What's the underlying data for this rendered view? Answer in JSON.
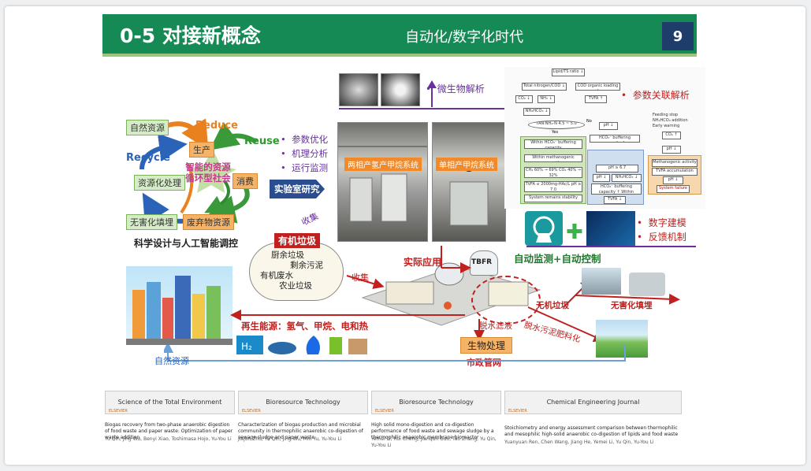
{
  "header": {
    "number_title": "0-5 对接新概念",
    "subtitle": "自动化/数字化时代",
    "page": "9"
  },
  "cycle": {
    "reduce": "Reduce",
    "reuse": "Reuse",
    "recycle": "Recycle",
    "natural_resource": "自然资源",
    "production": "生产",
    "consumption": "消费",
    "resource_processing": "资源化处理",
    "harmless_landfill": "无害化填埋",
    "waste_resource": "废弃物资源",
    "center": "智能的资源循环型社会",
    "caption": "科学设计与人工智能调控"
  },
  "left_bullets": [
    "参数优化",
    "机理分析",
    "运行监测"
  ],
  "lab": {
    "arrow_label": "实验室研究",
    "collect_label": "收集",
    "photo1_title": "两相产氢产甲烷系统",
    "photo2_title": "单相产甲烷系统"
  },
  "microbe_label": "微生物解析",
  "param_label": "参数关联解析",
  "ai_bullets": [
    "数字建模",
    "反馈机制"
  ],
  "waste": {
    "title": "有机垃圾",
    "items": [
      "厨余垃圾",
      "剩余污泥",
      "有机废水",
      "农业垃圾"
    ]
  },
  "plant": {
    "practical": "实际应用",
    "tbfr": "TBFR",
    "monitor": "自动监测+自动控制",
    "collect": "收集",
    "inorganic": "无机垃圾",
    "harmless": "无害化填埋",
    "renewable": "再生能源：氢气、甲烷、电和热",
    "dewater_liquid": "脱水滤液",
    "dewater_sludge": "脱水污泥肥料化",
    "bio_treatment": "生物处理",
    "sewer": "市政管网",
    "natural_resource": "自然资源"
  },
  "flow": {
    "top": "Lipid/TS ratio ↓",
    "row1": [
      "Total nitrogen/COD ↓",
      "COD organic loading ↑"
    ],
    "row2": [
      "CO₂ ↓",
      "NH₃ ↓",
      "TVFA ↑"
    ],
    "row3": "NH₄HCO₃ ↓",
    "diamond": "TAN:NH₄-N 4.5 ~ 5.0",
    "no": "No",
    "yes": "Yes",
    "left_box": [
      "Within HCO₃⁻ buffering capacity",
      "Within methanogenic capacity",
      "CH₄ 60% → 69%  CO₂ 40% → 32%",
      "TVFA ≤ 2000mg-HAc/L  pH ≥ 7.0",
      "System remains stability"
    ],
    "mid_box": [
      "pH ↓",
      "HCO₃⁻ buffering capacity ↑",
      "pH ≥ 6.7",
      "NH₄HCO₃ ↓",
      "HCO₃⁻ buffering capacity ↑  Within methanogenic capacity",
      "TVFA ↓"
    ],
    "right_box": [
      "Feeding stop",
      "NH₄HCO₃ addition",
      "Early warning",
      "CO₂ ↑",
      "pH ↓",
      "Methanogenic activity ↓",
      "TVFA accumulation",
      "pH ↓",
      "System failure"
    ]
  },
  "references": [
    {
      "journal": "Science of the Total Environment",
      "title": "Biogas recovery from two-phase anaerobic digestion of food waste and paper waste: Optimization of paper waste addition",
      "authors": "Yu Qin, Jing Wu, Benyi Xiao, Toshimasa Hojo, Yu-You Li"
    },
    {
      "journal": "Bioresource Technology",
      "title": "Characterization of biogas production and microbial community in thermophilic anaerobic co-digestion of sewage sludge and paper waste",
      "authors": "Jiajun Zhu, Yu Qin, Jing Wu, Min Yu, Yu-You Li"
    },
    {
      "journal": "Bioresource Technology",
      "title": "High solid mono-digestion and co-digestion performance of food waste and sewage sludge by a thermophilic anaerobic membrane bioreactor",
      "authors": "Yemei Li, Rui Cheng, Jianqun Guo, Tao Zhang, Yu Qin, Yu-You Li"
    },
    {
      "journal": "Chemical Engineering Journal",
      "title": "Stoichiometry and energy assessment comparison between thermophilic and mesophilic high-solid anaerobic co-digestion of lipids and food waste",
      "authors": "Yuanyuan Ren, Chen Wang, Jiang He, Yemei Li, Yu Qin, Yu-You Li"
    }
  ],
  "elsevier": "ELSEVIER"
}
